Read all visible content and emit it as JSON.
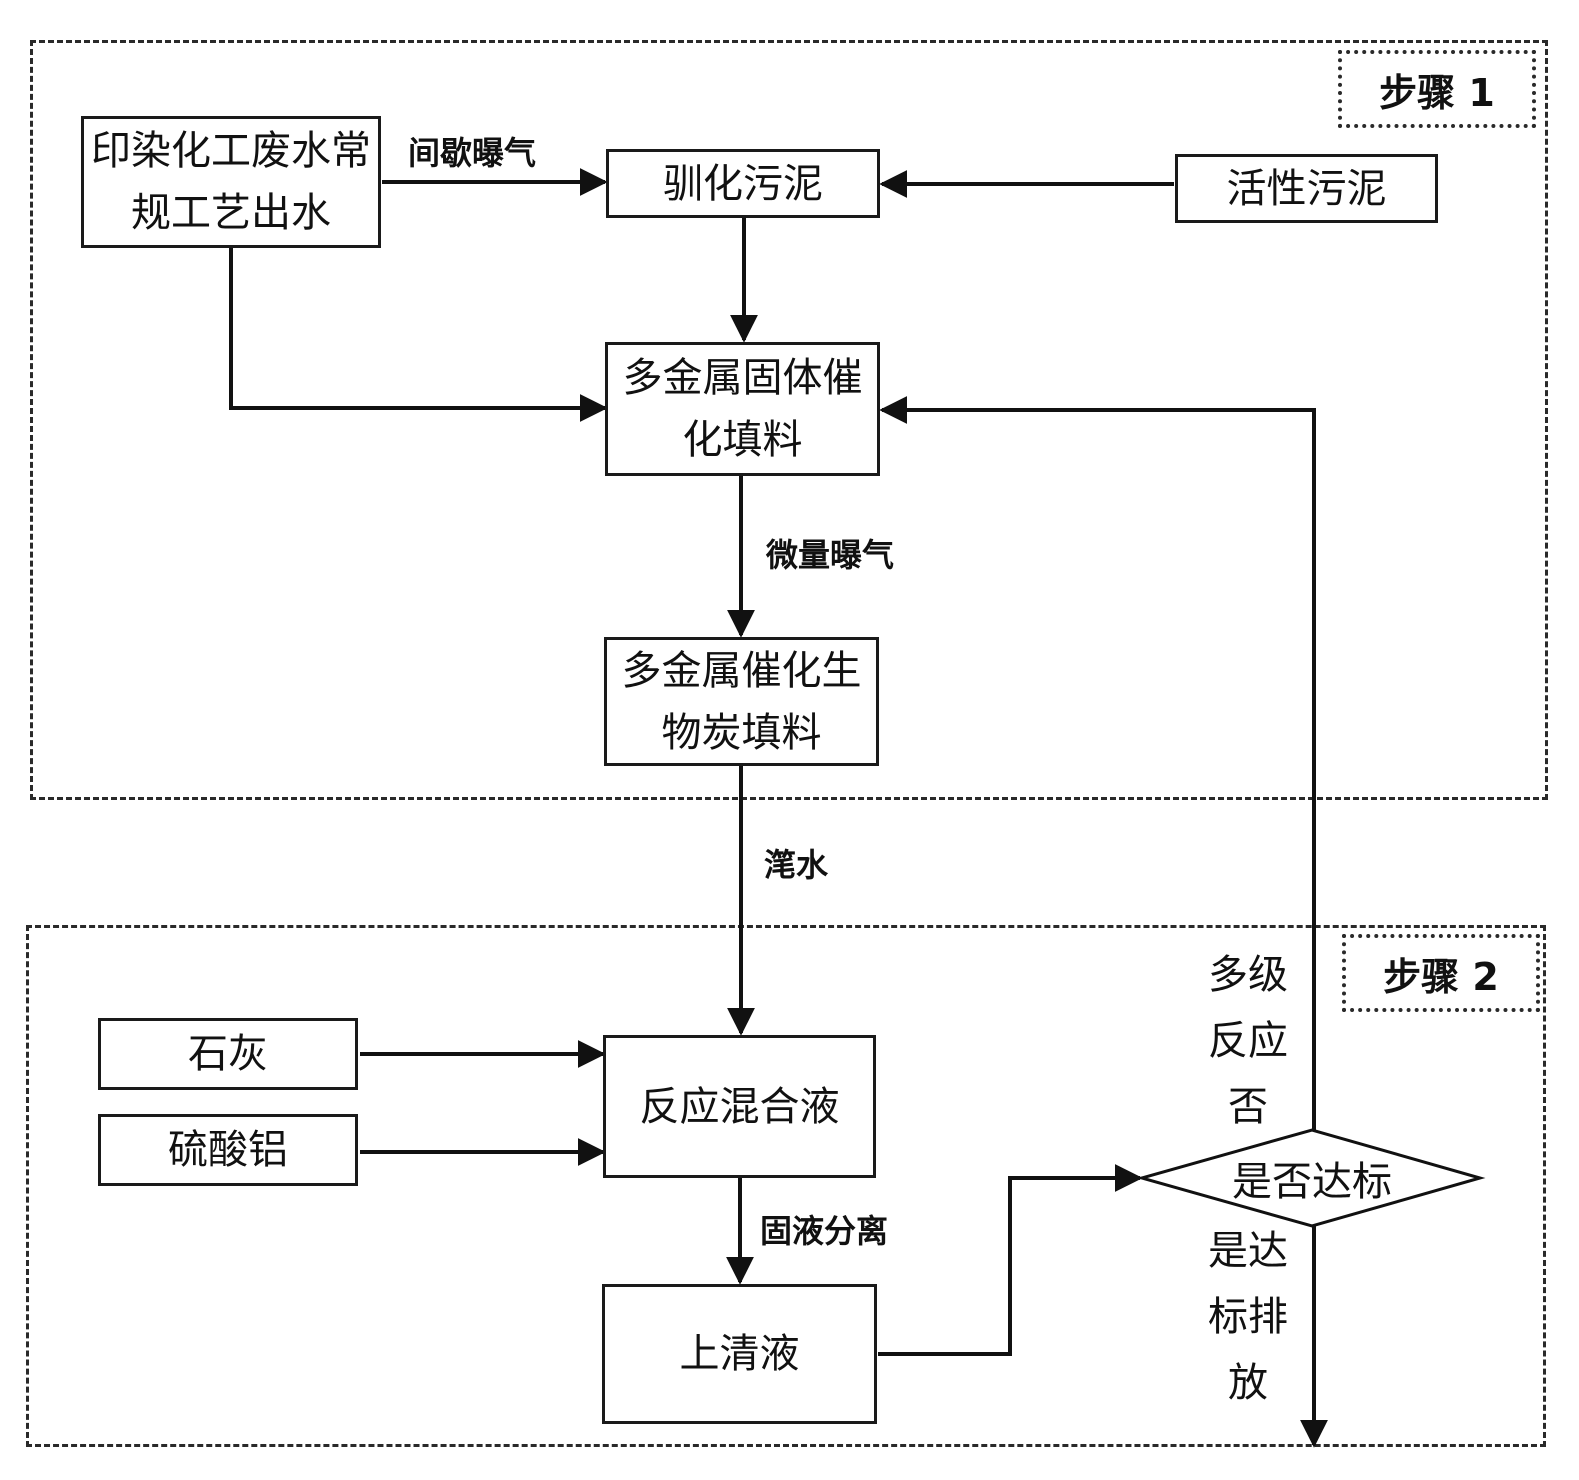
{
  "step1": {
    "tag": "步骤 1"
  },
  "step2": {
    "tag": "步骤 2"
  },
  "nodes": {
    "wastewater": "印染化工废水常规工艺出水",
    "acclimated_sludge": "驯化污泥",
    "activated_sludge": "活性污泥",
    "solid_catalytic_filler": "多金属固体催化填料",
    "biochar_filler": "多金属催化生物炭填料",
    "lime": "石灰",
    "aluminum_sulfate": "硫酸铝",
    "reaction_mixture": "反应混合液",
    "supernatant": "上清液",
    "decision": "是否达标"
  },
  "edge_labels": {
    "intermittent_aeration": "间歇曝气",
    "micro_aeration": "微量曝气",
    "backwash_water": "滗水",
    "solid_liquid_separation": "固液分离",
    "no_branch": "多级反应否",
    "yes_branch": "是达标排放"
  }
}
